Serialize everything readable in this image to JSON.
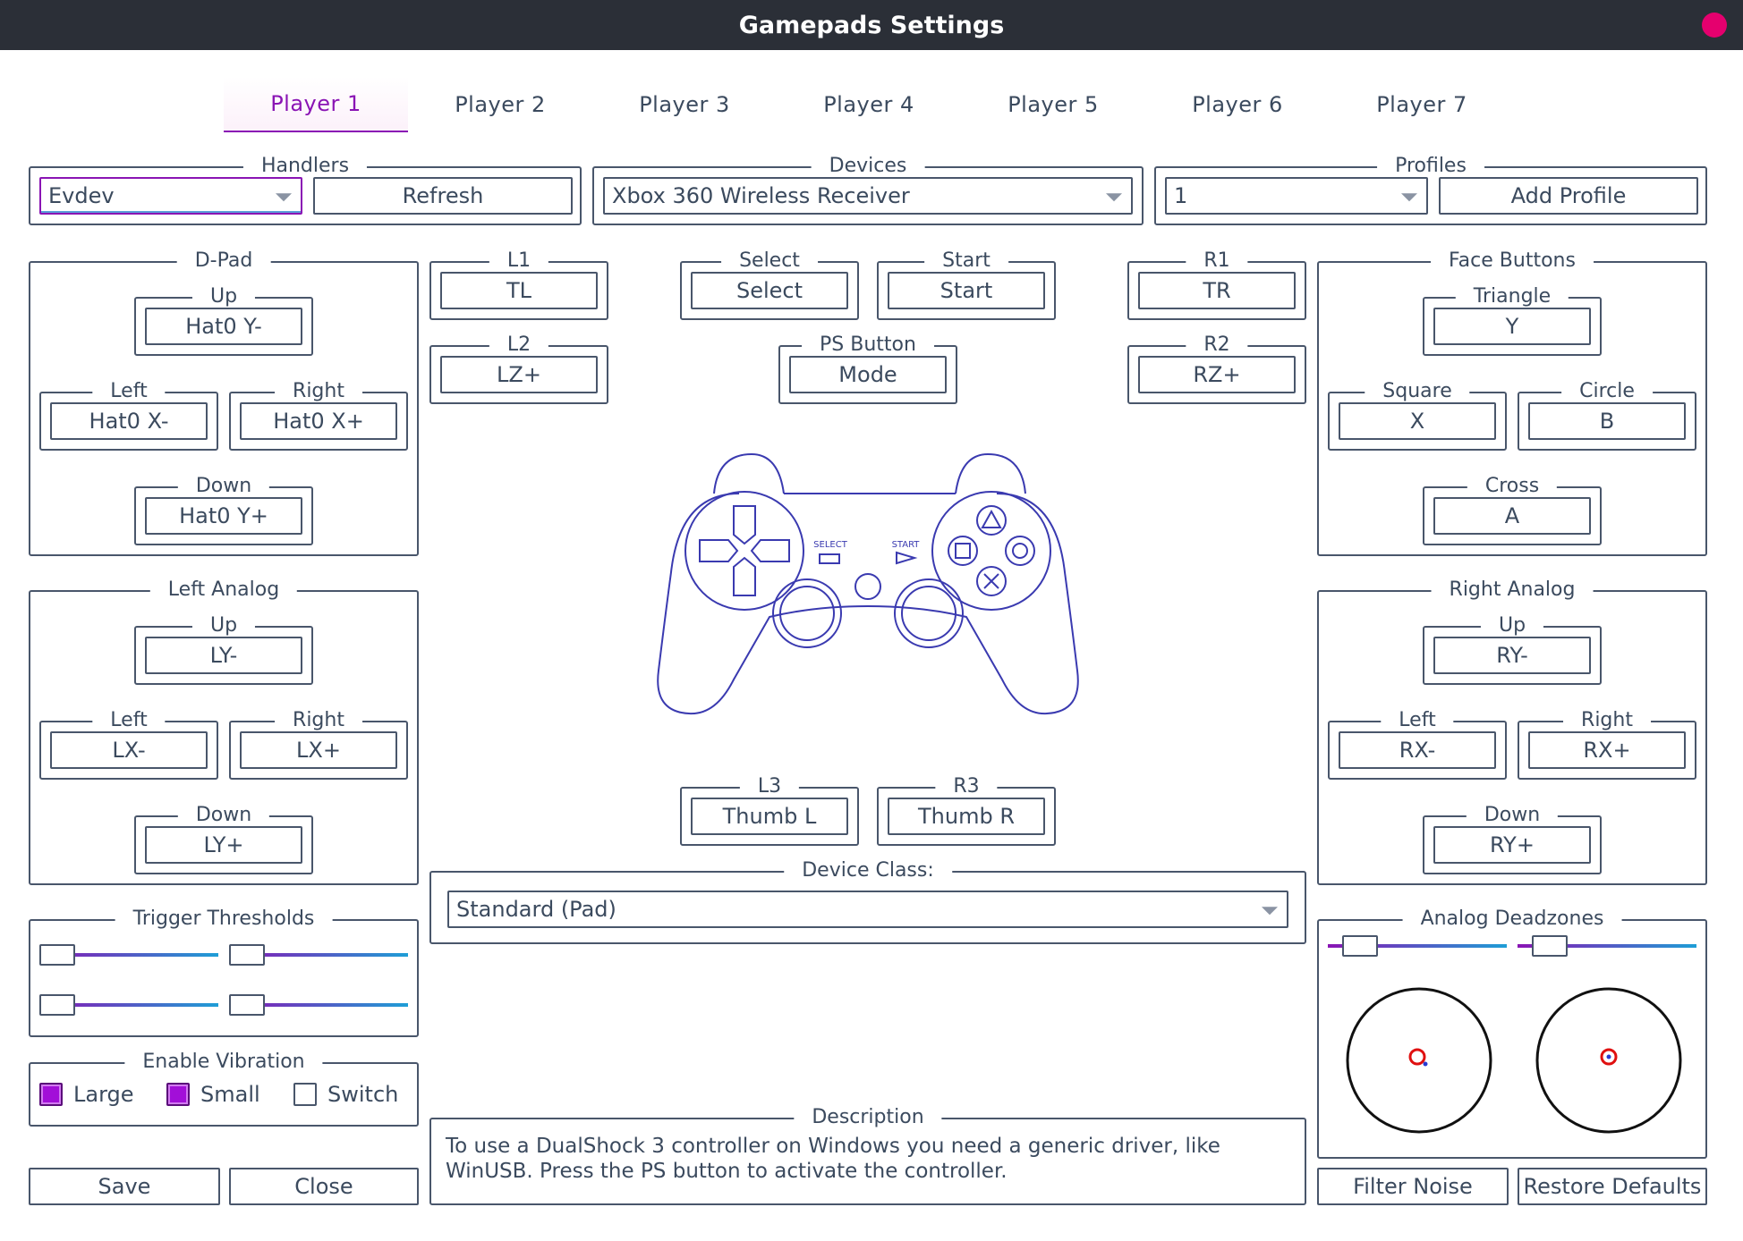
{
  "window": {
    "title": "Gamepads Settings"
  },
  "tabs": [
    "Player 1",
    "Player 2",
    "Player 3",
    "Player 4",
    "Player 5",
    "Player 6",
    "Player 7"
  ],
  "active_tab": "Player 1",
  "handlers": {
    "title": "Handlers",
    "value": "Evdev",
    "refresh": "Refresh"
  },
  "devices": {
    "title": "Devices",
    "value": "Xbox 360 Wireless Receiver"
  },
  "profiles": {
    "title": "Profiles",
    "value": "1",
    "add": "Add Profile"
  },
  "dpad": {
    "title": "D-Pad",
    "up": {
      "label": "Up",
      "value": "Hat0 Y-"
    },
    "left": {
      "label": "Left",
      "value": "Hat0 X-"
    },
    "right": {
      "label": "Right",
      "value": "Hat0 X+"
    },
    "down": {
      "label": "Down",
      "value": "Hat0 Y+"
    }
  },
  "left_analog": {
    "title": "Left Analog",
    "up": {
      "label": "Up",
      "value": "LY-"
    },
    "left": {
      "label": "Left",
      "value": "LX-"
    },
    "right": {
      "label": "Right",
      "value": "LX+"
    },
    "down": {
      "label": "Down",
      "value": "LY+"
    }
  },
  "face": {
    "title": "Face Buttons",
    "triangle": {
      "label": "Triangle",
      "value": "Y"
    },
    "square": {
      "label": "Square",
      "value": "X"
    },
    "circle": {
      "label": "Circle",
      "value": "B"
    },
    "cross": {
      "label": "Cross",
      "value": "A"
    }
  },
  "right_analog": {
    "title": "Right Analog",
    "up": {
      "label": "Up",
      "value": "RY-"
    },
    "left": {
      "label": "Left",
      "value": "RX-"
    },
    "right": {
      "label": "Right",
      "value": "RX+"
    },
    "down": {
      "label": "Down",
      "value": "RY+"
    }
  },
  "center": {
    "l1": {
      "label": "L1",
      "value": "TL"
    },
    "l2": {
      "label": "L2",
      "value": "LZ+"
    },
    "select": {
      "label": "Select",
      "value": "Select"
    },
    "start": {
      "label": "Start",
      "value": "Start"
    },
    "ps": {
      "label": "PS Button",
      "value": "Mode"
    },
    "r1": {
      "label": "R1",
      "value": "TR"
    },
    "r2": {
      "label": "R2",
      "value": "RZ+"
    },
    "l3": {
      "label": "L3",
      "value": "Thumb L"
    },
    "r3": {
      "label": "R3",
      "value": "Thumb R"
    }
  },
  "controller_image": {
    "select_text": "SELECT",
    "start_text": "START"
  },
  "device_class": {
    "title": "Device Class:",
    "value": "Standard (Pad)"
  },
  "trigger_thresholds": {
    "title": "Trigger Thresholds",
    "levels": [
      0.0,
      0.0,
      0.0,
      0.0
    ]
  },
  "vibration": {
    "title": "Enable Vibration",
    "large": {
      "label": "Large",
      "checked": true
    },
    "small": {
      "label": "Small",
      "checked": true
    },
    "switch": {
      "label": "Switch",
      "checked": false
    }
  },
  "description": {
    "title": "Description",
    "text": "To use a DualShock 3 controller on Windows you need a generic driver, like WinUSB. Press the PS button to activate the controller."
  },
  "deadzones": {
    "title": "Analog Deadzones",
    "levels": [
      0.1,
      0.1
    ]
  },
  "buttons": {
    "save": "Save",
    "close": "Close",
    "filter_noise": "Filter Noise",
    "restore_defaults": "Restore Defaults"
  },
  "colors": {
    "accent": "#8a14b4",
    "slider_end": "#1e9ed6",
    "titlebar": "#2b2f37",
    "close_dot": "#e5006e",
    "stick_marker": "#e01010"
  }
}
